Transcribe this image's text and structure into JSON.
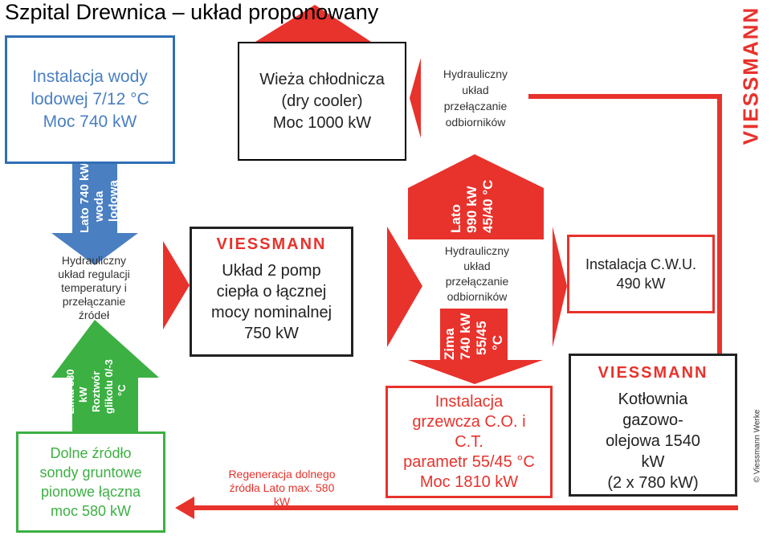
{
  "title": "Szpital Drewnica – układ proponowany",
  "colors": {
    "red": "#e8322c",
    "blue": "#4a7fc1",
    "green": "#3cb043",
    "black": "#222222"
  },
  "logo_text": "VIESSMANN",
  "copyright": "© Viessmann Werke",
  "boxes": {
    "chilled_water": "Instalacja wody\nlodowej 7/12 °C\nMoc 740 kW",
    "dry_cooler": "Wieża chłodnicza\n(dry cooler)\nMoc 1000 kW",
    "hydraulic_top": "Hydrauliczny\nukład\nprzełączanie\nodbiorników",
    "hydraulic_left": "Hydrauliczny\nukład regulacji\ntemperatury i\nprzełączanie\nźródeł",
    "pumps": "Układ 2 pomp\nciepła o łącznej\nmocy nominalnej\n750 kW",
    "hydraulic_mid": "Hydrauliczny\nukład\nprzełączanie\nodbiorników",
    "cwu": "Instalacja C.W.U.\n490 kW",
    "ground_source": "Dolne źródło\nsondy gruntowe\npionowe łączna\nmoc 580 kW",
    "regeneration": "Regeneracja dolnego\nźródła Lato max. 580\nkW",
    "heating": "Instalacja\ngrzewcza C.O. i\nC.T.\nparametr 55/45 °C\nMoc 1810 kW",
    "boiler": "Kotłownia\ngazowo-\nolejowa 1540\nkW\n(2 x 780 kW)"
  },
  "arrows": {
    "summer_water": [
      "Lato 740 kW",
      "woda",
      "lodowa"
    ],
    "winter_glycol": [
      "Zima 580",
      "kW",
      "Roztwór",
      "glikolu 0/-3",
      "°C"
    ],
    "summer_990": [
      "Lato",
      "990 kW",
      "45/40 °C"
    ],
    "winter_740": [
      "Zima",
      "740 kW",
      "55/45",
      "°C"
    ]
  }
}
